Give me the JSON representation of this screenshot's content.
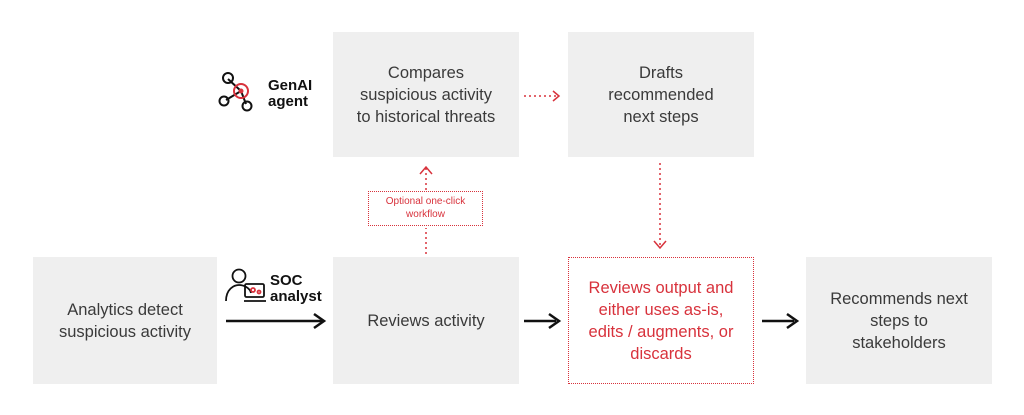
{
  "boxes": {
    "compares": [
      "Compares",
      "suspicious activity",
      "to historical threats"
    ],
    "drafts": [
      "Drafts",
      "recommended",
      "next steps"
    ],
    "analytics": [
      "Analytics detect",
      "suspicious activity"
    ],
    "reviews_activity": [
      "Reviews activity"
    ],
    "reviews_output": [
      "Reviews output and",
      "either uses as-is,",
      "edits / augments, or",
      "discards"
    ],
    "recommends": [
      "Recommends next",
      "steps to",
      "stakeholders"
    ]
  },
  "roles": {
    "genai": [
      "GenAI",
      "agent"
    ],
    "soc": [
      "SOC",
      "analyst"
    ]
  },
  "optional_tag": [
    "Optional one-click",
    "workflow"
  ],
  "icons": {
    "genai": "network-nodes-icon",
    "soc": "analyst-computer-icon"
  },
  "colors": {
    "accent": "#d8323c",
    "box_fill": "#efefef",
    "text": "#3a3a3a"
  }
}
